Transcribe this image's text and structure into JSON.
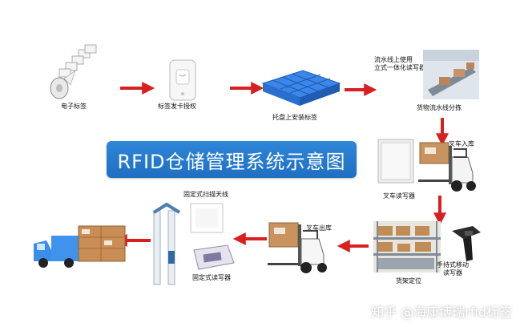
{
  "title": "RFID仓储管理系统示意图",
  "nodes": {
    "tag": "电子标签",
    "issuer": "标签发卡授权",
    "pallet": "托盘上安装标签",
    "line_reader": "流水线上使用\n立式一体化读写器",
    "sorting": "货物流水线分拣",
    "forklift_in": "叉车入库",
    "forklift_reader": "叉车读写器",
    "handheld": "手持式移动\n读写器",
    "shelf": "货架定位",
    "forklift_out": "叉车出库",
    "fixed_antenna": "固定式扫描天线",
    "gate_reader": "固定式读写器"
  },
  "watermark": "知乎 @海康博瑞rfid标签",
  "colors": {
    "arrow": "#d7201f",
    "title_bg": "#2a7fd4",
    "pallet": "#2e7be0"
  }
}
